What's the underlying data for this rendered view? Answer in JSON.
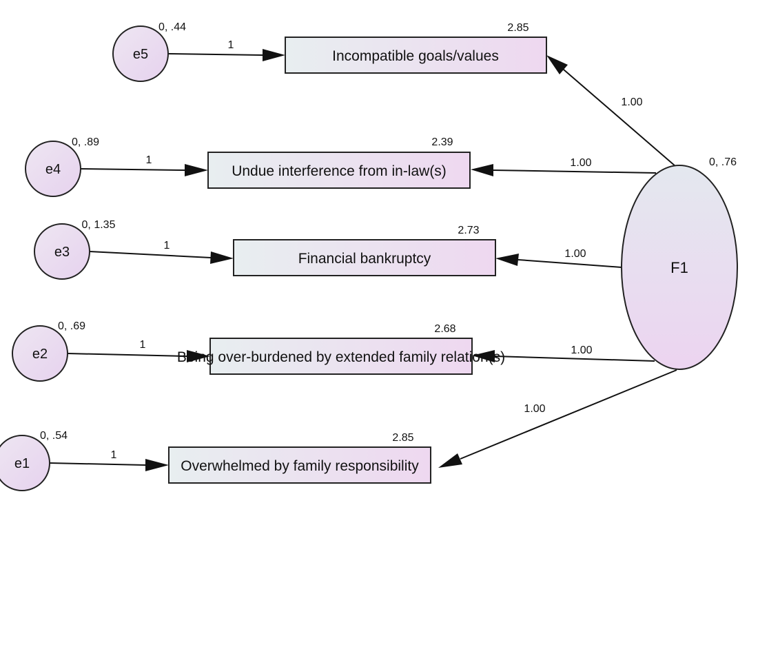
{
  "colors": {
    "box_fill_start": "#e8eef0",
    "box_fill_end": "#eed8f0",
    "ellipse_fill_start": "#e4e8ef",
    "ellipse_fill_end": "#ecd4f0",
    "stroke": "#222222"
  },
  "latent": {
    "name": "F1",
    "variance": "0, .76"
  },
  "observed": [
    {
      "id": "v5",
      "label": "Incompatible goals/values",
      "intercept": "2.85",
      "loading": "1.00"
    },
    {
      "id": "v4",
      "label": "Undue interference from in-law(s)",
      "intercept": "2.39",
      "loading": "1.00"
    },
    {
      "id": "v3",
      "label": "Financial bankruptcy",
      "intercept": "2.73",
      "loading": "1.00"
    },
    {
      "id": "v2",
      "label": "Being over-burdened by extended family relation(s)",
      "intercept": "2.68",
      "loading": "1.00"
    },
    {
      "id": "v1",
      "label": "Overwhelmed by family responsibility",
      "intercept": "2.85",
      "loading": "1.00"
    }
  ],
  "errors": [
    {
      "name": "e5",
      "stats": "0, .44",
      "weight": "1"
    },
    {
      "name": "e4",
      "stats": "0, .89",
      "weight": "1"
    },
    {
      "name": "e3",
      "stats": "0, 1.35",
      "weight": "1"
    },
    {
      "name": "e2",
      "stats": "0, .69",
      "weight": "1"
    },
    {
      "name": "e1",
      "stats": "0, .54",
      "weight": "1"
    }
  ]
}
